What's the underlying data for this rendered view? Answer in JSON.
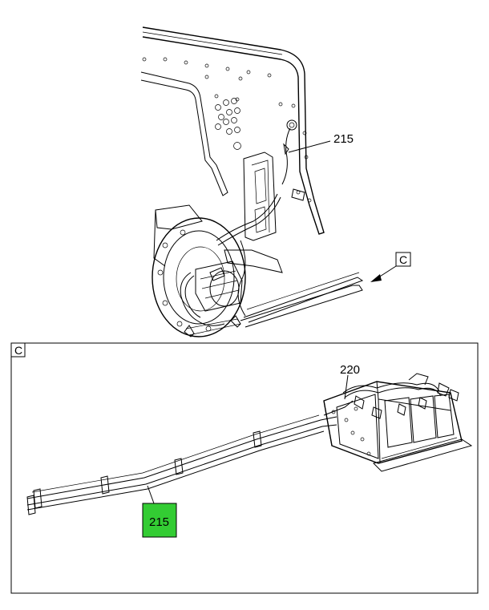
{
  "callouts": {
    "top_part": "215",
    "detail_ref_top": "C",
    "detail_ref_panel": "C",
    "panel_part_220": "220",
    "panel_part_215_highlighted": "215"
  },
  "colors": {
    "highlight": "#33cc33",
    "line": "#000000",
    "background": "#ffffff"
  }
}
